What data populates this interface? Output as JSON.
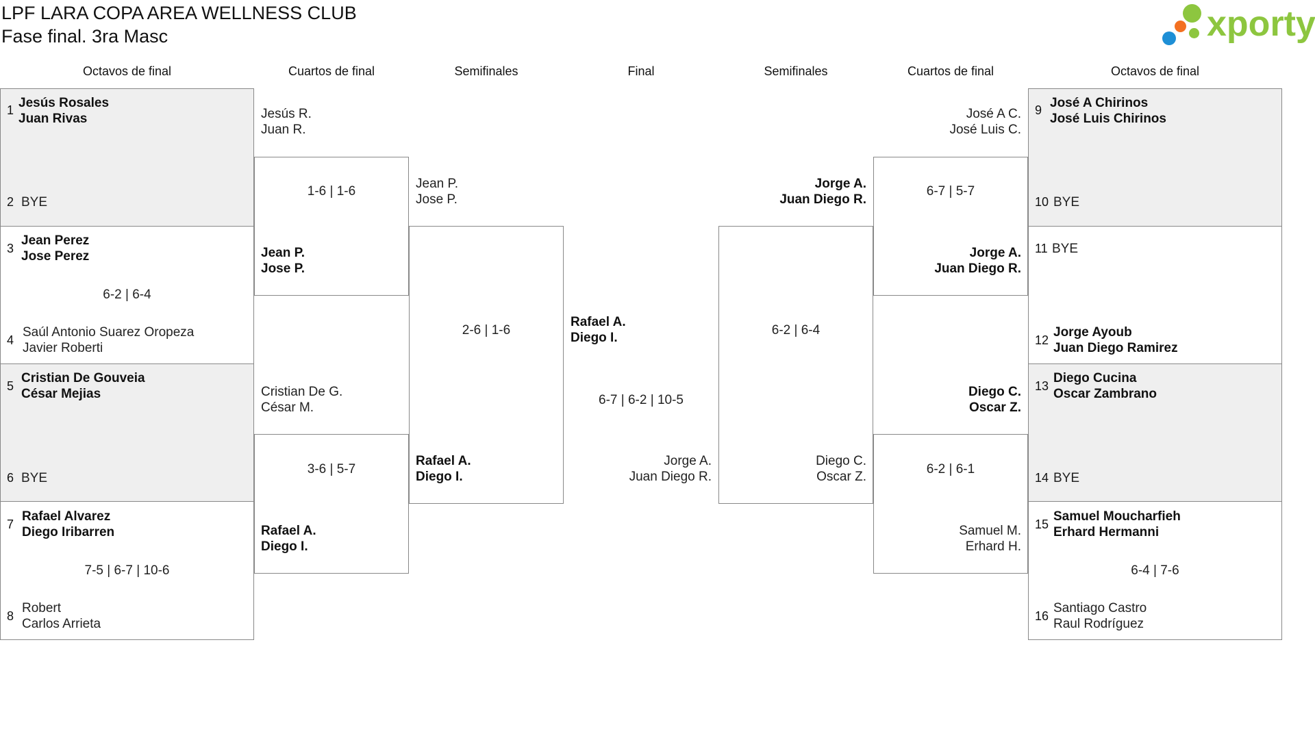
{
  "header": {
    "title": "LPF LARA COPA AREA WELLNESS CLUB",
    "subtitle": "Fase final. 3ra Masc"
  },
  "logo": {
    "text": "xporty"
  },
  "round_headers": {
    "l_octavos": "Octavos de final",
    "l_cuartos": "Cuartos de final",
    "l_semis": "Semifinales",
    "final": "Final",
    "r_semis": "Semifinales",
    "r_cuartos": "Cuartos de final",
    "r_octavos": "Octavos de final"
  },
  "octavos_left": [
    {
      "seed_a": "1",
      "a1": "Jesús Rosales",
      "a2": "Juan Rivas",
      "seed_b": "2",
      "b1": "BYE",
      "b2": "",
      "score": ""
    },
    {
      "seed_a": "3",
      "a1": "Jean Perez",
      "a2": "Jose Perez",
      "seed_b": "4",
      "b1": "Saúl Antonio Suarez Oropeza",
      "b2": "Javier Roberti",
      "score": "6-2 | 6-4"
    },
    {
      "seed_a": "5",
      "a1": "Cristian De Gouveia",
      "a2": "César Mejias",
      "seed_b": "6",
      "b1": "BYE",
      "b2": "",
      "score": ""
    },
    {
      "seed_a": "7",
      "a1": "Rafael Alvarez",
      "a2": "Diego Iribarren",
      "seed_b": "8",
      "b1": "Robert",
      "b2": "Carlos Arrieta",
      "score": "7-5 | 6-7 | 10-6"
    }
  ],
  "cuartos_left": [
    {
      "a1": "Jesús R.",
      "a2": "Juan R.",
      "score": "1-6 | 1-6",
      "b1": "Jean P.",
      "b2": "Jose P."
    },
    {
      "a1": "Cristian De G.",
      "a2": "César M.",
      "score": "3-6 | 5-7",
      "b1": "Rafael A.",
      "b2": "Diego I."
    }
  ],
  "semis_left": {
    "a1": "Jean P.",
    "a2": "Jose P.",
    "score": "2-6 | 1-6",
    "b1": "Rafael A.",
    "b2": "Diego I."
  },
  "final": {
    "a1": "Rafael A.",
    "a2": "Diego I.",
    "score": "6-7 | 6-2 | 10-5",
    "b1": "Jorge A.",
    "b2": "Juan Diego R."
  },
  "semis_right": {
    "a1": "Jorge A.",
    "a2": "Juan Diego R.",
    "score": "6-2 | 6-4",
    "b1": "Diego C.",
    "b2": "Oscar Z."
  },
  "cuartos_right": [
    {
      "a1": "José A C.",
      "a2": "José Luis C.",
      "score": "6-7 | 5-7",
      "b1": "Jorge A.",
      "b2": "Juan Diego R."
    },
    {
      "a1": "Diego C.",
      "a2": "Oscar Z.",
      "score": "6-2 | 6-1",
      "b1": "Samuel M.",
      "b2": "Erhard H."
    }
  ],
  "octavos_right": [
    {
      "seed_a": "9",
      "a1": "José A Chirinos",
      "a2": "José Luis Chirinos",
      "seed_b": "10",
      "b1": "BYE",
      "b2": "",
      "score": ""
    },
    {
      "seed_a": "11",
      "a1": "BYE",
      "a2": "",
      "seed_b": "12",
      "b1": "Jorge Ayoub",
      "b2": "Juan Diego Ramirez",
      "score": ""
    },
    {
      "seed_a": "13",
      "a1": "Diego Cucina",
      "a2": "Oscar Zambrano",
      "seed_b": "14",
      "b1": "BYE",
      "b2": "",
      "score": ""
    },
    {
      "seed_a": "15",
      "a1": "Samuel Moucharfieh",
      "a2": "Erhard Hermanni",
      "seed_b": "16",
      "b1": "Santiago Castro",
      "b2": "Raul Rodríguez",
      "score": "6-4 | 7-6"
    }
  ],
  "colors": {
    "logo_green": "#8dc63f",
    "logo_blue": "#1e8fd6",
    "logo_orange": "#f37021",
    "bye_background": "#efefef"
  }
}
